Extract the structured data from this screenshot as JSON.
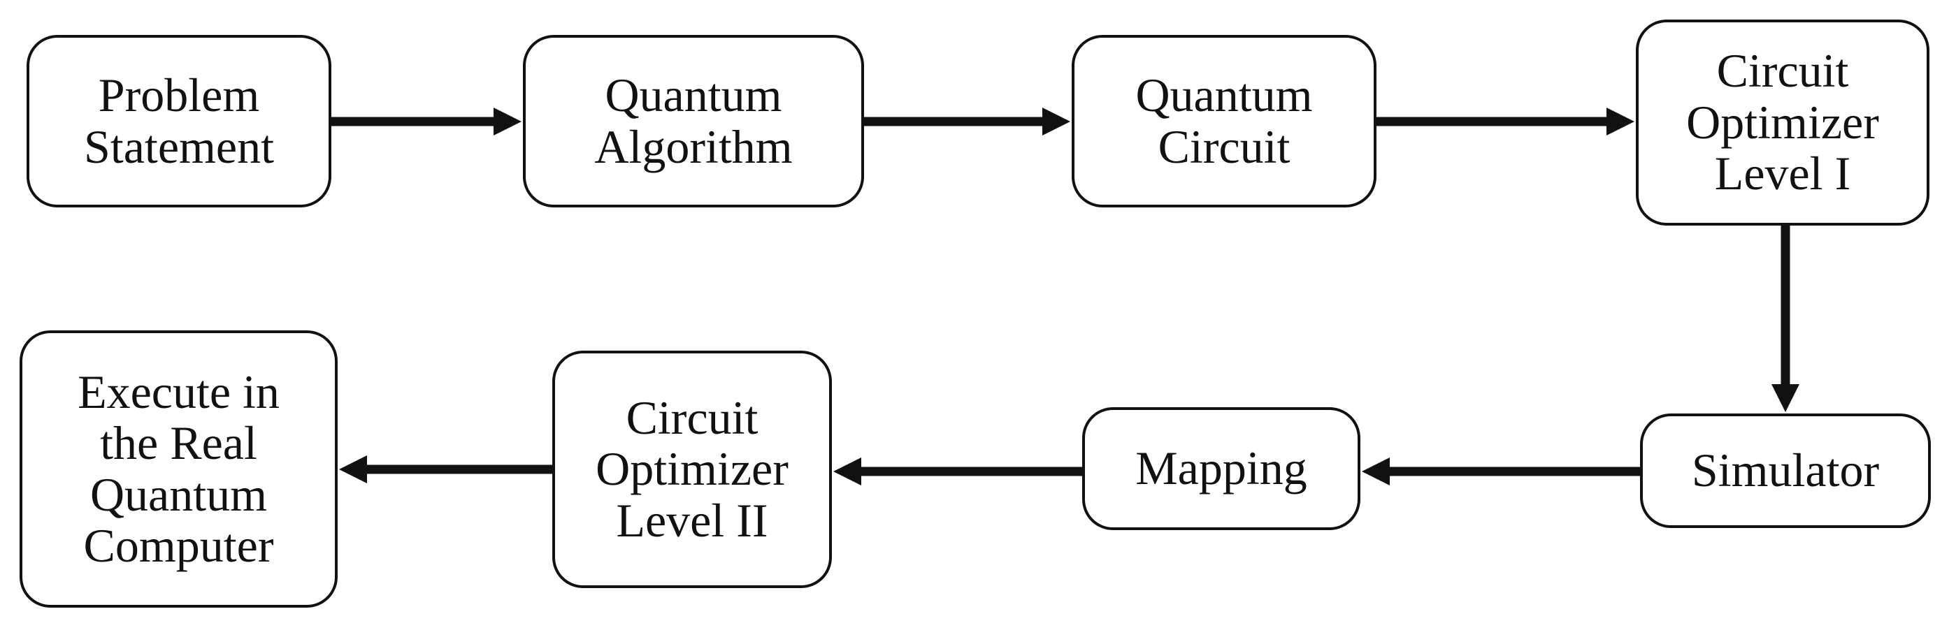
{
  "diagram": {
    "nodes": [
      {
        "id": "problem-statement",
        "label": "Problem\nStatement"
      },
      {
        "id": "quantum-algorithm",
        "label": "Quantum\nAlgorithm"
      },
      {
        "id": "quantum-circuit",
        "label": "Quantum\nCircuit"
      },
      {
        "id": "circuit-optimizer-1",
        "label": "Circuit\nOptimizer\nLevel I"
      },
      {
        "id": "simulator",
        "label": "Simulator"
      },
      {
        "id": "mapping",
        "label": "Mapping"
      },
      {
        "id": "circuit-optimizer-2",
        "label": "Circuit\nOptimizer\nLevel II"
      },
      {
        "id": "execute-real-computer",
        "label": "Execute in\nthe Real\nQuantum\nComputer"
      }
    ],
    "edges": [
      {
        "from": "problem-statement",
        "to": "quantum-algorithm"
      },
      {
        "from": "quantum-algorithm",
        "to": "quantum-circuit"
      },
      {
        "from": "quantum-circuit",
        "to": "circuit-optimizer-1"
      },
      {
        "from": "circuit-optimizer-1",
        "to": "simulator"
      },
      {
        "from": "simulator",
        "to": "mapping"
      },
      {
        "from": "mapping",
        "to": "circuit-optimizer-2"
      },
      {
        "from": "circuit-optimizer-2",
        "to": "execute-real-computer"
      }
    ]
  }
}
